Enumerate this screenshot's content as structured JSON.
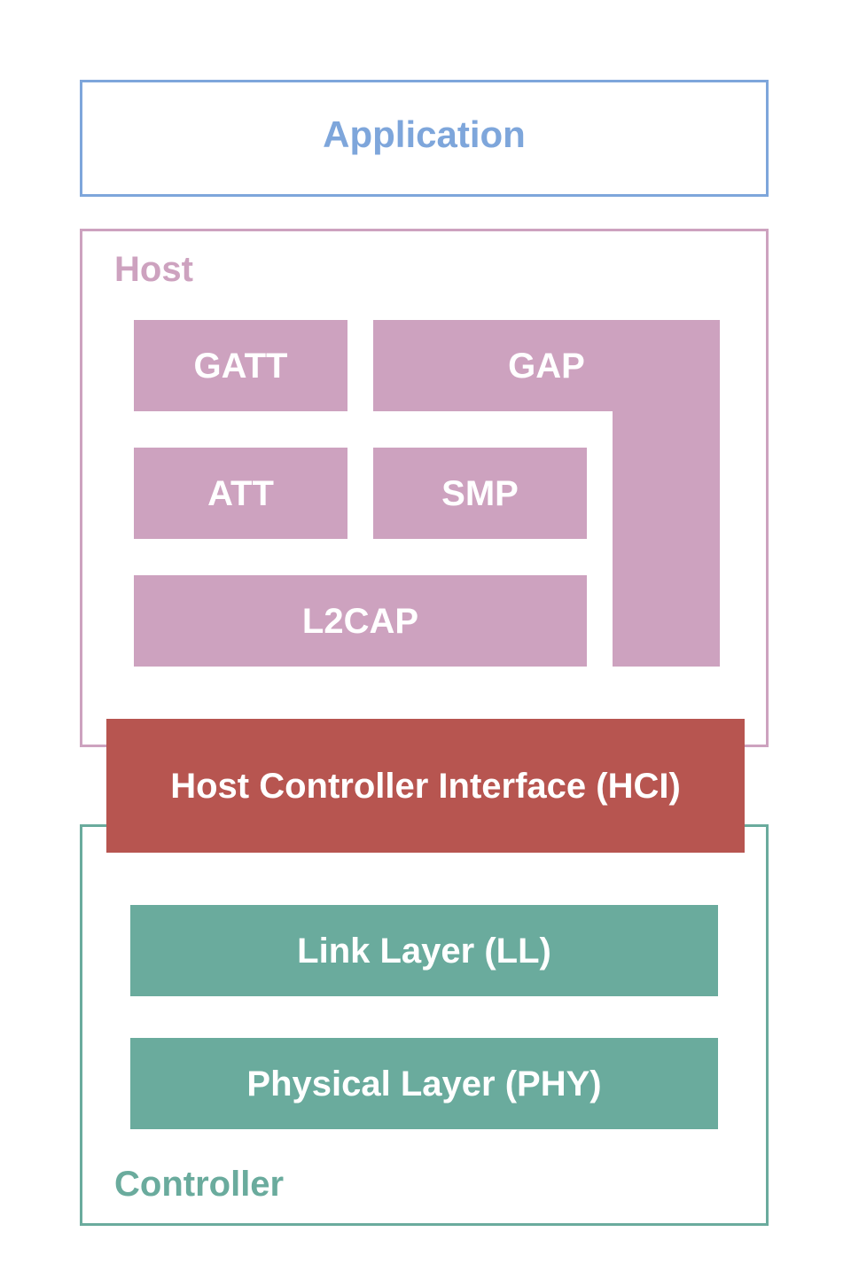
{
  "application": {
    "label": "Application"
  },
  "host": {
    "label": "Host",
    "blocks": {
      "gatt": "GATT",
      "gap": "GAP",
      "att": "ATT",
      "smp": "SMP",
      "l2cap": "L2CAP"
    }
  },
  "hci": {
    "label": "Host Controller Interface (HCI)"
  },
  "controller": {
    "label": "Controller",
    "blocks": {
      "ll": "Link Layer (LL)",
      "phy": "Physical Layer (PHY)"
    }
  },
  "colors": {
    "application": "#7ea6db",
    "host": "#cda2bf",
    "hci": "#b75550",
    "controller": "#6aab9d",
    "block_text": "#ffffff"
  }
}
